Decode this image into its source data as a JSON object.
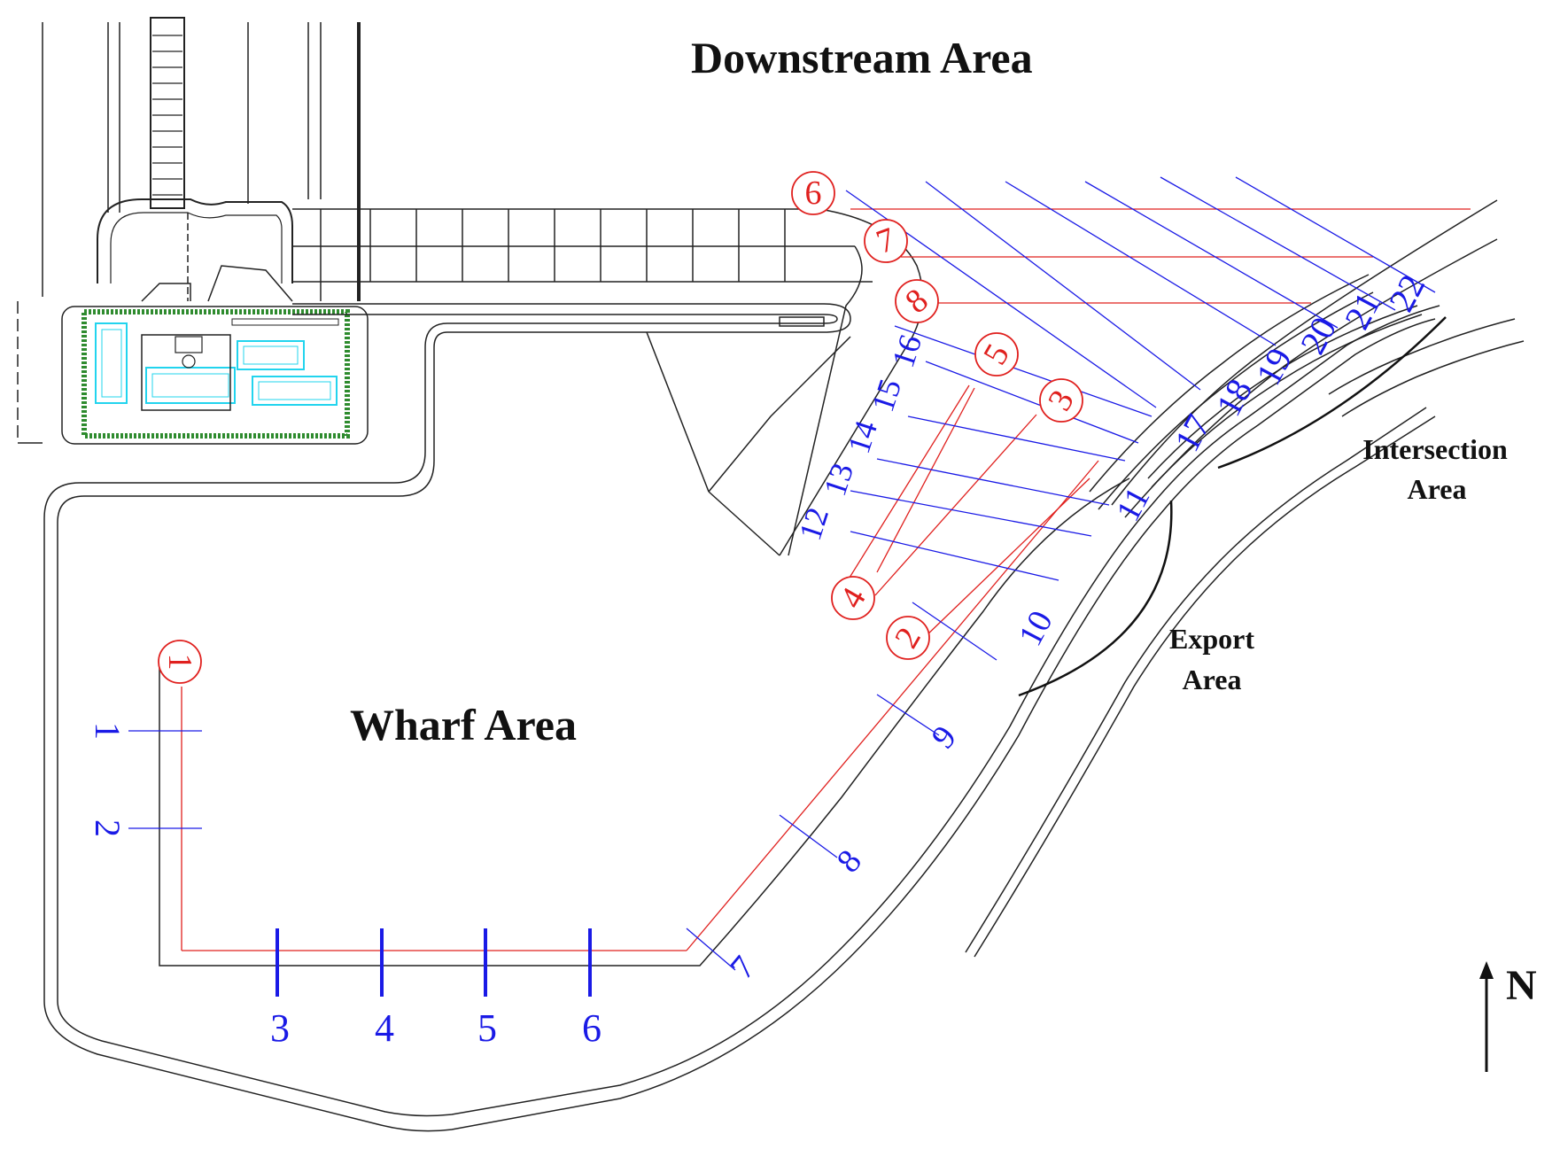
{
  "labels": {
    "downstream_area": "Downstream Area",
    "wharf_area": "Wharf Area",
    "intersection_area_line1": "Intersection",
    "intersection_area_line2": "Area",
    "export_area_line1": "Export",
    "export_area_line2": "Area",
    "north": "N"
  },
  "blue_sections": [
    "1",
    "2",
    "3",
    "4",
    "5",
    "6",
    "7",
    "8",
    "9",
    "10",
    "11",
    "12",
    "13",
    "14",
    "15",
    "16",
    "17",
    "18",
    "19",
    "20",
    "21",
    "22"
  ],
  "red_sections": [
    "1",
    "2",
    "3",
    "4",
    "5",
    "6",
    "7",
    "8"
  ],
  "colors": {
    "blue": "#1a1ae6",
    "red": "#e0201e",
    "green": "#2e8b2e",
    "cyan": "#22d4ee",
    "outline": "#222222"
  }
}
